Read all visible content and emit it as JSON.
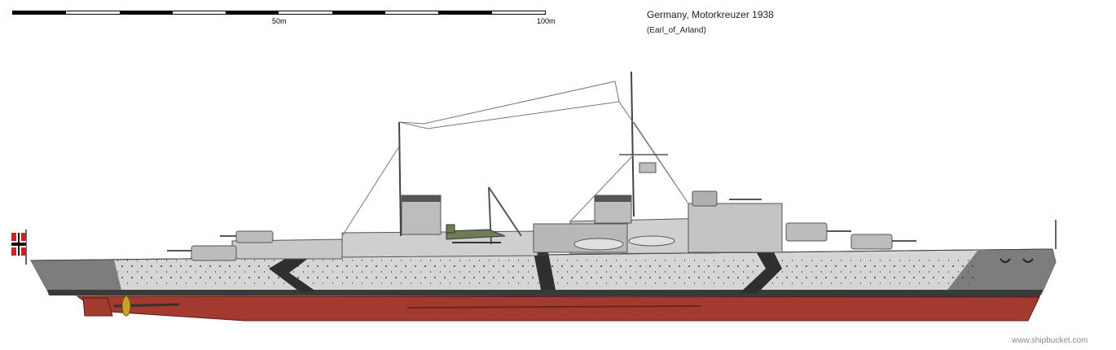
{
  "title": "Germany, Motorkreuzer 1938",
  "author": "(Earl_of_Arland)",
  "scale": {
    "label_mid": "50m",
    "label_end": "100m"
  },
  "watermark": "www.shipbucket.com",
  "colors": {
    "hull_grey": "#7d7d7d",
    "light_grey": "#d8d8d8",
    "superstructure": "#c8c8c8",
    "antifouling_red": "#a33a30",
    "camouflage_dark": "#2f2f2f",
    "flag_red": "#d02020"
  }
}
